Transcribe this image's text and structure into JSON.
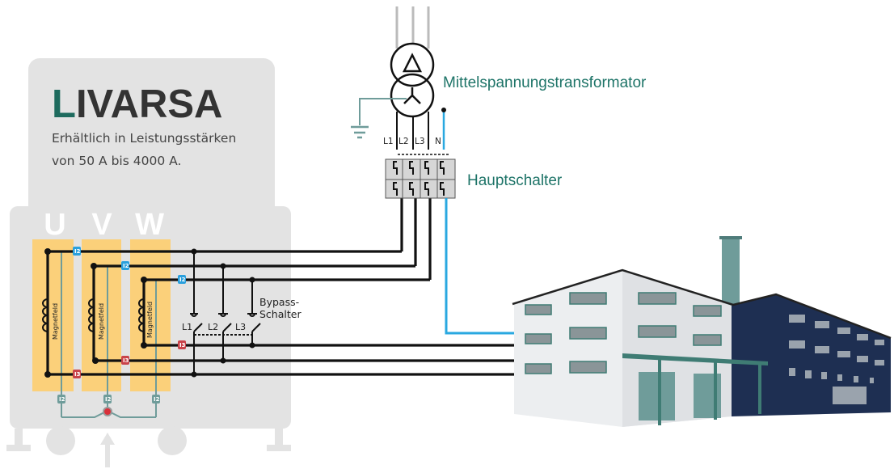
{
  "logo": {
    "text": "LIVARSA",
    "first_letter": "L",
    "rest": "IVARSA",
    "accent": "#1e6b5e"
  },
  "subtitle": {
    "line1": "Erhältlich in Leistungsstärken",
    "line2": "von 50 A bis 4000  A."
  },
  "phases": [
    "U",
    "V",
    "W"
  ],
  "coil_label": "Magnetfeld",
  "current_tags": {
    "i2": "I2",
    "i3": "I3"
  },
  "bypass": {
    "switches": [
      "L1",
      "L2",
      "L3"
    ],
    "label_line1": "Bypass-",
    "label_line2": "Schalter"
  },
  "transformer": {
    "label": "Mittelspannungstransformator"
  },
  "main_switch": {
    "label": "Hauptschalter",
    "terminals": [
      "L1",
      "L2",
      "L3",
      "N"
    ]
  },
  "colors": {
    "label_teal": "#1e7468",
    "neutral_blue": "#29a8e0",
    "column_yellow": "#fbd07a",
    "cabinet_gray": "#e3e3e3"
  }
}
